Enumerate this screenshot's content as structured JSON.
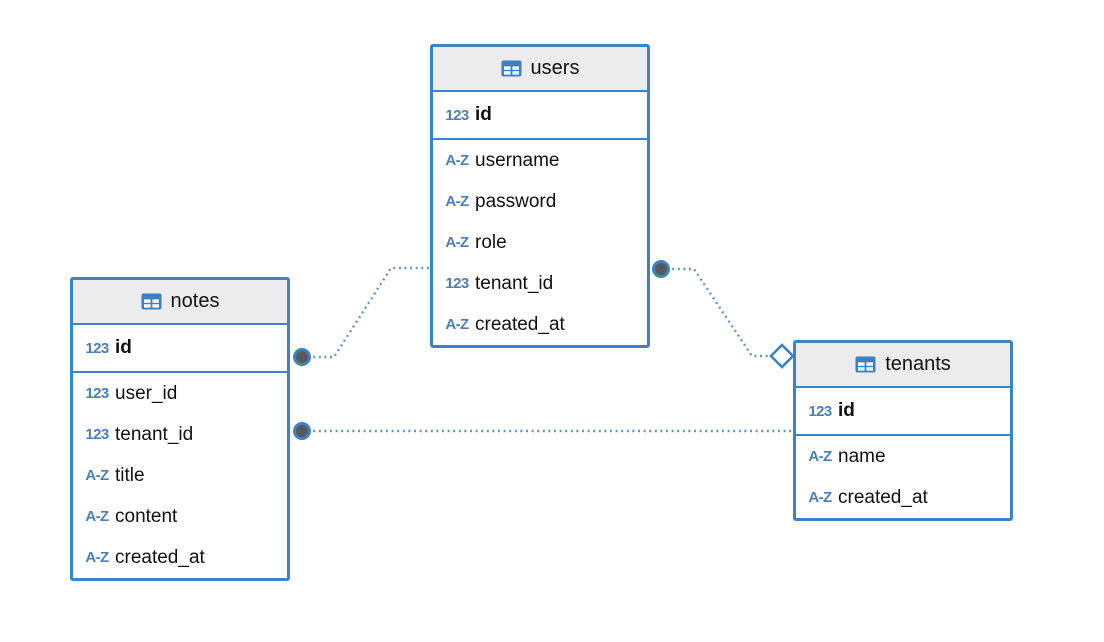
{
  "diagram": {
    "colors": {
      "table_border": "#3d82c4",
      "header_background": "#ececec",
      "type_icon_blue": "#4d7fb2",
      "relationship_line": "#6794bf",
      "connector_fill": "#59595b",
      "canvas_background": "#ffffff"
    },
    "tables": [
      {
        "name": "users",
        "icon": "table-grid-icon",
        "primary_keys": [
          {
            "type": "123",
            "name": "id"
          }
        ],
        "columns": [
          {
            "type": "A-Z",
            "name": "username"
          },
          {
            "type": "A-Z",
            "name": "password"
          },
          {
            "type": "A-Z",
            "name": "role"
          },
          {
            "type": "123",
            "name": "tenant_id"
          },
          {
            "type": "A-Z",
            "name": "created_at"
          }
        ]
      },
      {
        "name": "notes",
        "icon": "table-grid-icon",
        "primary_keys": [
          {
            "type": "123",
            "name": "id"
          }
        ],
        "columns": [
          {
            "type": "123",
            "name": "user_id"
          },
          {
            "type": "123",
            "name": "tenant_id"
          },
          {
            "type": "A-Z",
            "name": "title"
          },
          {
            "type": "A-Z",
            "name": "content"
          },
          {
            "type": "A-Z",
            "name": "created_at"
          }
        ]
      },
      {
        "name": "tenants",
        "icon": "table-grid-icon",
        "primary_keys": [
          {
            "type": "123",
            "name": "id"
          }
        ],
        "columns": [
          {
            "type": "A-Z",
            "name": "name"
          },
          {
            "type": "A-Z",
            "name": "created_at"
          }
        ]
      }
    ],
    "relationships": [
      {
        "from_table": "notes",
        "to_table": "users",
        "from_marker": "filled-circle",
        "to_marker": "none",
        "style": "dotted"
      },
      {
        "from_table": "users",
        "to_table": "tenants",
        "from_marker": "filled-circle",
        "to_marker": "open-diamond",
        "style": "dotted"
      },
      {
        "from_table": "notes",
        "to_table": "tenants",
        "from_marker": "filled-circle",
        "to_marker": "none",
        "style": "dotted"
      }
    ]
  }
}
